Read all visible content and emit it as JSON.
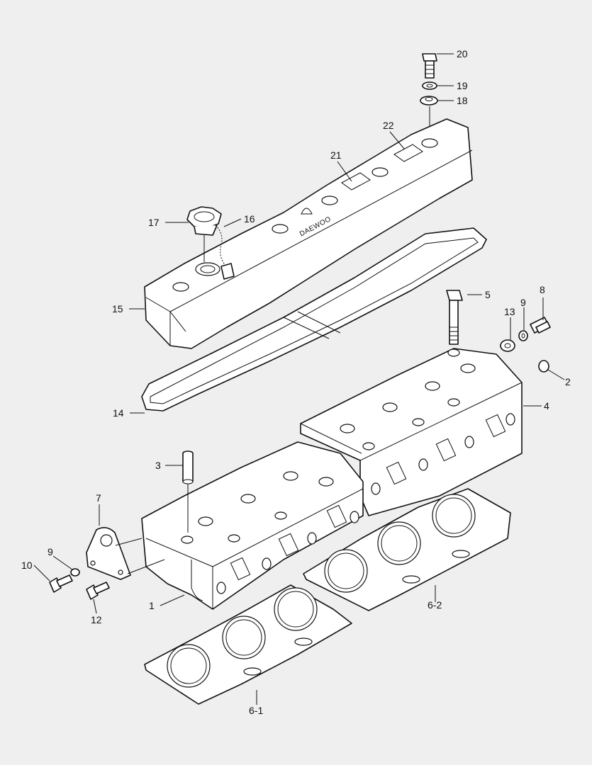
{
  "brand": "DAEWOO",
  "callouts": {
    "c1": "1",
    "c2": "2",
    "c3": "3",
    "c4": "4",
    "c5": "5",
    "c6_1": "6-1",
    "c6_2": "6-2",
    "c7": "7",
    "c8": "8",
    "c9a": "9",
    "c9b": "9",
    "c10": "10",
    "c12": "12",
    "c13": "13",
    "c14": "14",
    "c15": "15",
    "c16": "16",
    "c17": "17",
    "c18": "18",
    "c19": "19",
    "c20": "20",
    "c21": "21",
    "c22": "22"
  }
}
